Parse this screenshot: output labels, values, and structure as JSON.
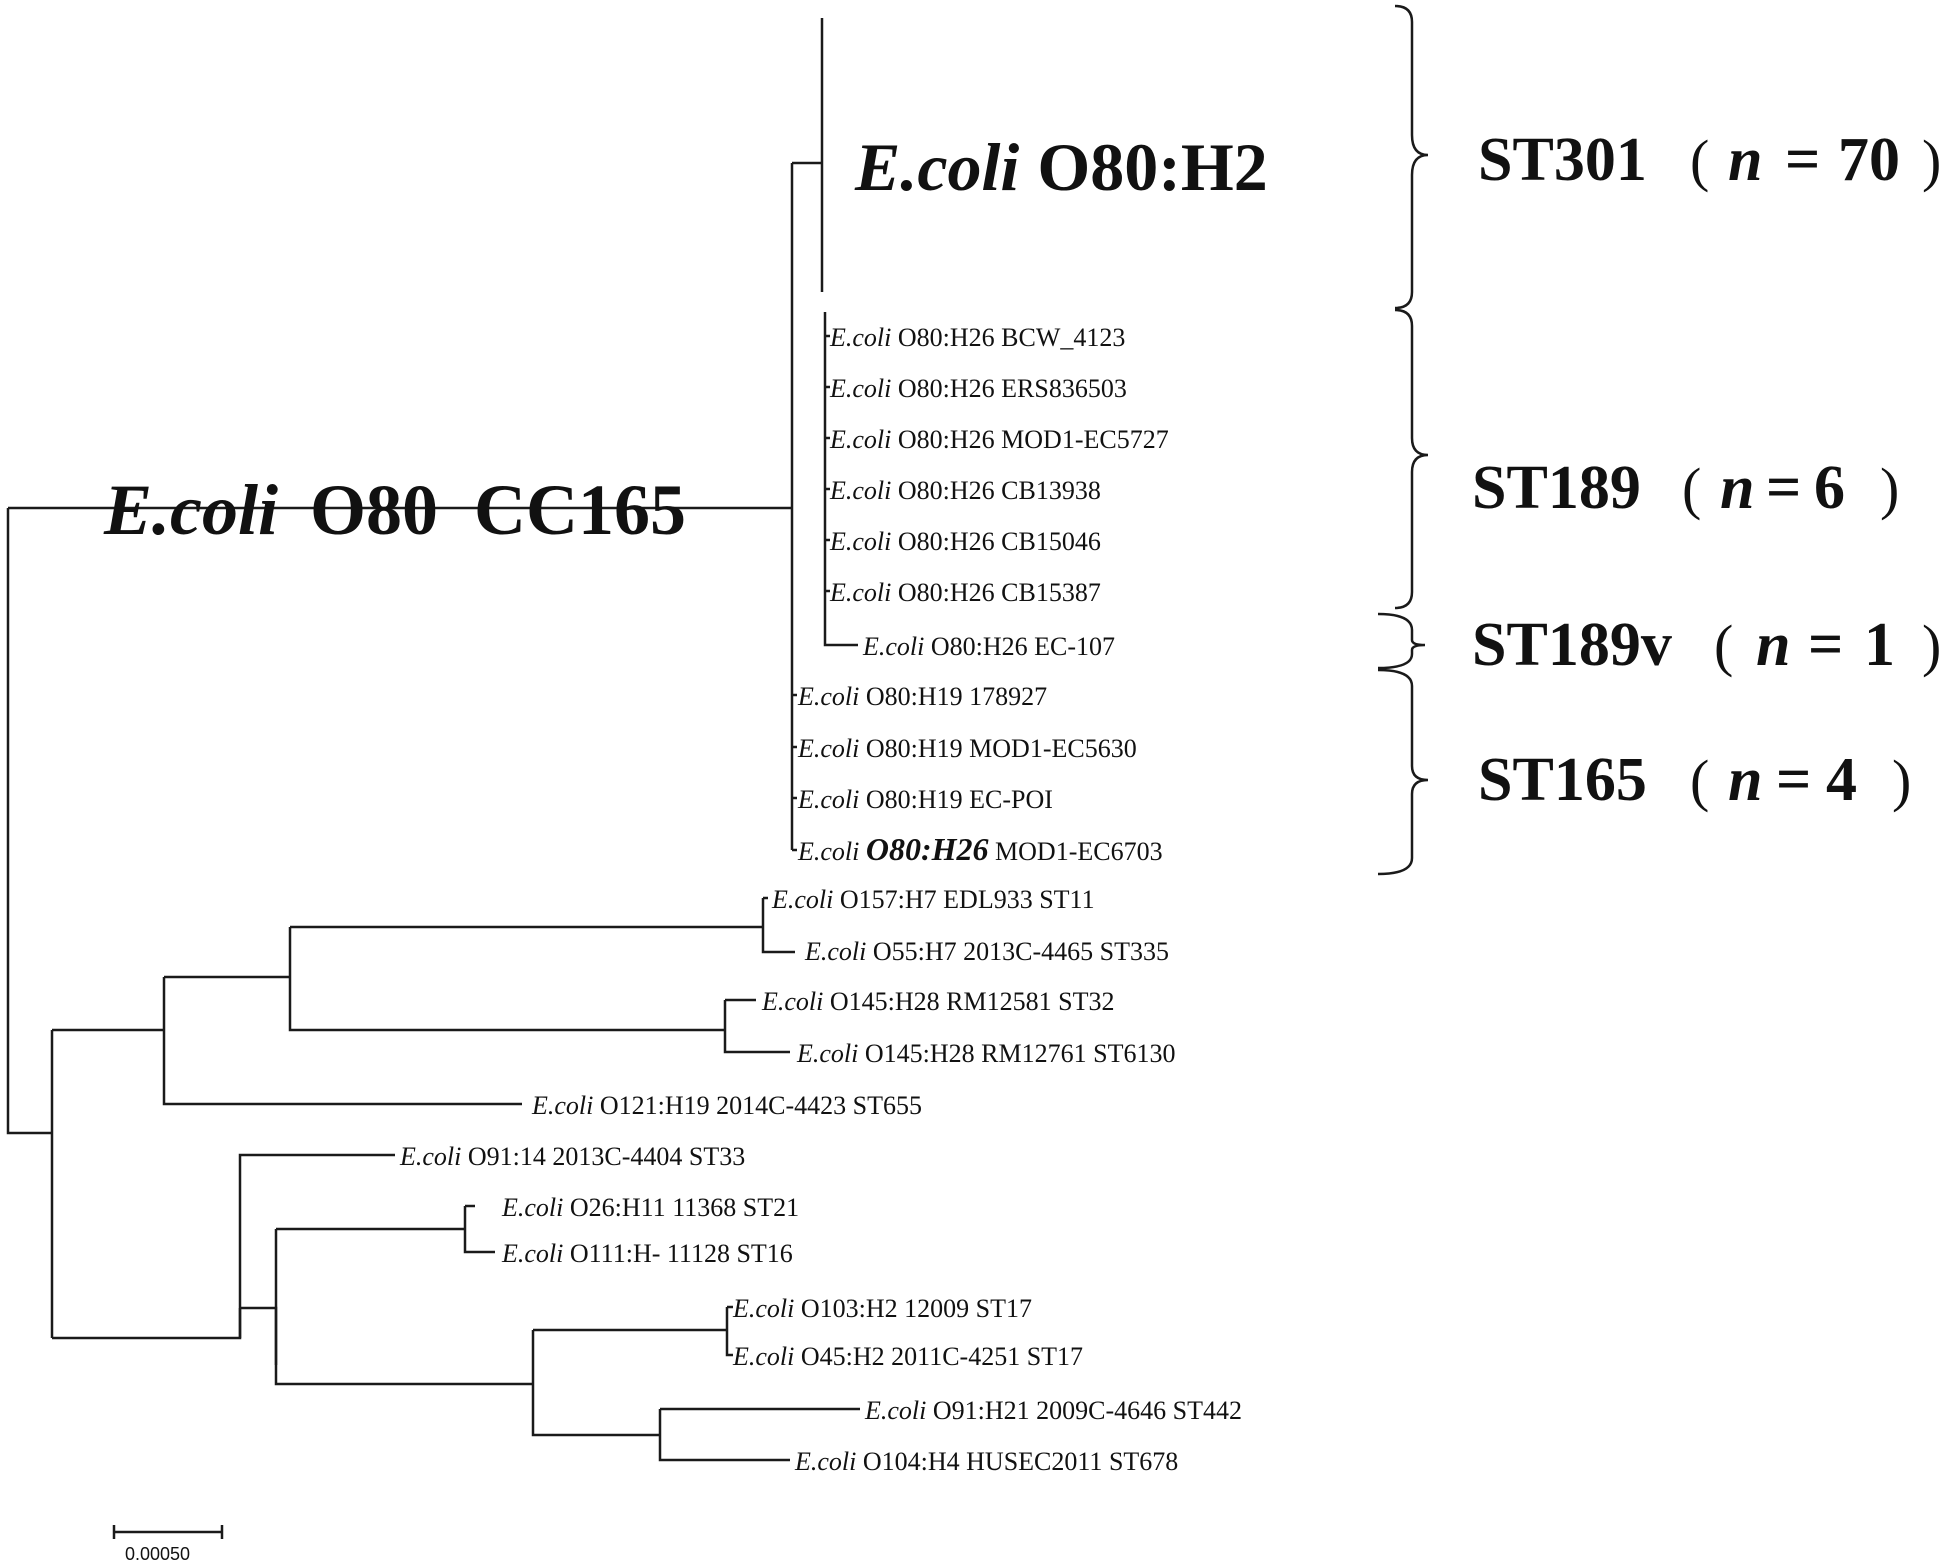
{
  "clade_label": {
    "genus": "E.coli",
    "serogroup": "O80",
    "complex": "CC165"
  },
  "collapsed_label": {
    "genus": "E.coli",
    "serotype": "O80:H2"
  },
  "leaves": [
    {
      "genus": "E.coli",
      "serotype": "O80:H26",
      "strain": "BCW_4123",
      "st": ""
    },
    {
      "genus": "E.coli",
      "serotype": "O80:H26",
      "strain": "ERS836503",
      "st": ""
    },
    {
      "genus": "E.coli",
      "serotype": "O80:H26",
      "strain": "MOD1-EC5727",
      "st": ""
    },
    {
      "genus": "E.coli",
      "serotype": "O80:H26",
      "strain": "CB13938",
      "st": ""
    },
    {
      "genus": "E.coli",
      "serotype": "O80:H26",
      "strain": "CB15046",
      "st": ""
    },
    {
      "genus": "E.coli",
      "serotype": "O80:H26",
      "strain": "CB15387",
      "st": ""
    },
    {
      "genus": "E.coli",
      "serotype": "O80:H26",
      "strain": "EC-107",
      "st": ""
    },
    {
      "genus": "E.coli",
      "serotype": "O80:H19",
      "strain": "178927",
      "st": ""
    },
    {
      "genus": "E.coli",
      "serotype": "O80:H19",
      "strain": "MOD1-EC5630",
      "st": ""
    },
    {
      "genus": "E.coli",
      "serotype": "O80:H19",
      "strain": "EC-POI",
      "st": ""
    },
    {
      "genus": "E.coli",
      "serotype": "O80:H26",
      "strain": "MOD1-EC6703",
      "st": "",
      "serotype_emphasis": true
    },
    {
      "genus": "E.coli",
      "serotype": "O157:H7",
      "strain": "EDL933",
      "st": "ST11"
    },
    {
      "genus": "E.coli",
      "serotype": "O55:H7",
      "strain": "2013C-4465",
      "st": "ST335"
    },
    {
      "genus": "E.coli",
      "serotype": "O145:H28",
      "strain": "RM12581",
      "st": "ST32"
    },
    {
      "genus": "E.coli",
      "serotype": "O145:H28",
      "strain": "RM12761",
      "st": "ST6130"
    },
    {
      "genus": "E.coli",
      "serotype": "O121:H19",
      "strain": "2014C-4423",
      "st": "ST655"
    },
    {
      "genus": "E.coli",
      "serotype": "O91:14",
      "strain": "2013C-4404",
      "st": "ST33"
    },
    {
      "genus": "E.coli",
      "serotype": "O26:H11",
      "strain": "11368",
      "st": "ST21"
    },
    {
      "genus": "E.coli",
      "serotype": "O111:H-",
      "strain": "11128",
      "st": "ST16"
    },
    {
      "genus": "E.coli",
      "serotype": "O103:H2",
      "strain": "12009",
      "st": "ST17"
    },
    {
      "genus": "E.coli",
      "serotype": "O45:H2",
      "strain": "2011C-4251",
      "st": "ST17"
    },
    {
      "genus": "E.coli",
      "serotype": "O91:H21",
      "strain": "2009C-4646",
      "st": "ST442"
    },
    {
      "genus": "E.coli",
      "serotype": "O104:H4",
      "strain": "HUSEC2011",
      "st": "ST678"
    }
  ],
  "groups": [
    {
      "st": "ST301",
      "n_symbol": "n",
      "eq": "=",
      "n": "70"
    },
    {
      "st": "ST189",
      "n_symbol": "n",
      "eq": "=",
      "n": "6"
    },
    {
      "st": "ST189v",
      "n_symbol": "n",
      "eq": "=",
      "n": "1"
    },
    {
      "st": "ST165",
      "n_symbol": "n",
      "eq": "=",
      "n": "4"
    }
  ],
  "paren_open": "(",
  "paren_close": ")",
  "scale_bar": {
    "label": "0.00050"
  }
}
